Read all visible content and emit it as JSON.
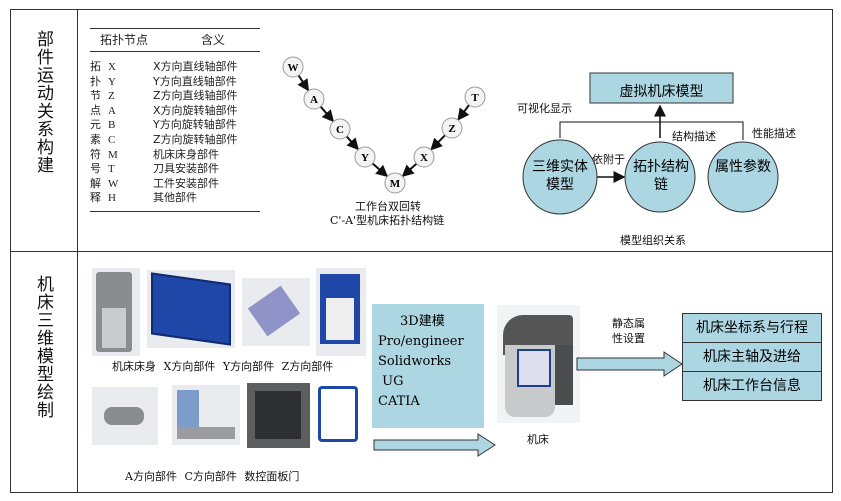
{
  "sections": {
    "top_label": "部件运动关系构建",
    "bottom_label": "机床三维模型绘制"
  },
  "table": {
    "headers": [
      "拓扑节点",
      "含义"
    ],
    "rows": [
      [
        "拓",
        "X",
        "X方向直线轴部件"
      ],
      [
        "扑",
        "Y",
        "Y方向直线轴部件"
      ],
      [
        "节",
        "Z",
        "Z方向直线轴部件"
      ],
      [
        "点",
        "A",
        "X方向旋转轴部件"
      ],
      [
        "元",
        "B",
        "Y方向旋转轴部件"
      ],
      [
        "素",
        "C",
        "Z方向旋转轴部件"
      ],
      [
        "符",
        "M",
        "机床床身部件"
      ],
      [
        "号",
        "T",
        "刀具安装部件"
      ],
      [
        "解",
        "W",
        "工件安装部件"
      ],
      [
        "释",
        "H",
        "其他部件"
      ]
    ]
  },
  "topology": {
    "nodes": [
      "W",
      "A",
      "C",
      "Y",
      "M",
      "X",
      "Z",
      "T"
    ],
    "caption1": "工作台双回转",
    "caption2": "C'-A'型机床拓扑结构链"
  },
  "model_org": {
    "top_box": "虚拟机床模型",
    "circle1": "三维实体模型",
    "circle2": "拓扑结构链",
    "circle3": "属性参数",
    "visual": "可视化显示",
    "attach": "依附于",
    "struct": "结构描述",
    "perf": "性能描述",
    "caption": "模型组织关系"
  },
  "parts": {
    "row1": [
      "机床床身",
      "X方向部件",
      "Y方向部件",
      "Z方向部件"
    ],
    "row2": [
      "A方向部件",
      "C方向部件",
      "数控面板门"
    ]
  },
  "modeling": {
    "lines": [
      "3D建模",
      "Pro/engineer",
      "Solidworks",
      " UG",
      "CATIA"
    ]
  },
  "machine_label": "机床",
  "static": {
    "line1": "静态属",
    "line2": "性设置"
  },
  "info_boxes": [
    "机床坐标系与行程",
    "机床主轴及进给",
    "机床工作台信息"
  ]
}
